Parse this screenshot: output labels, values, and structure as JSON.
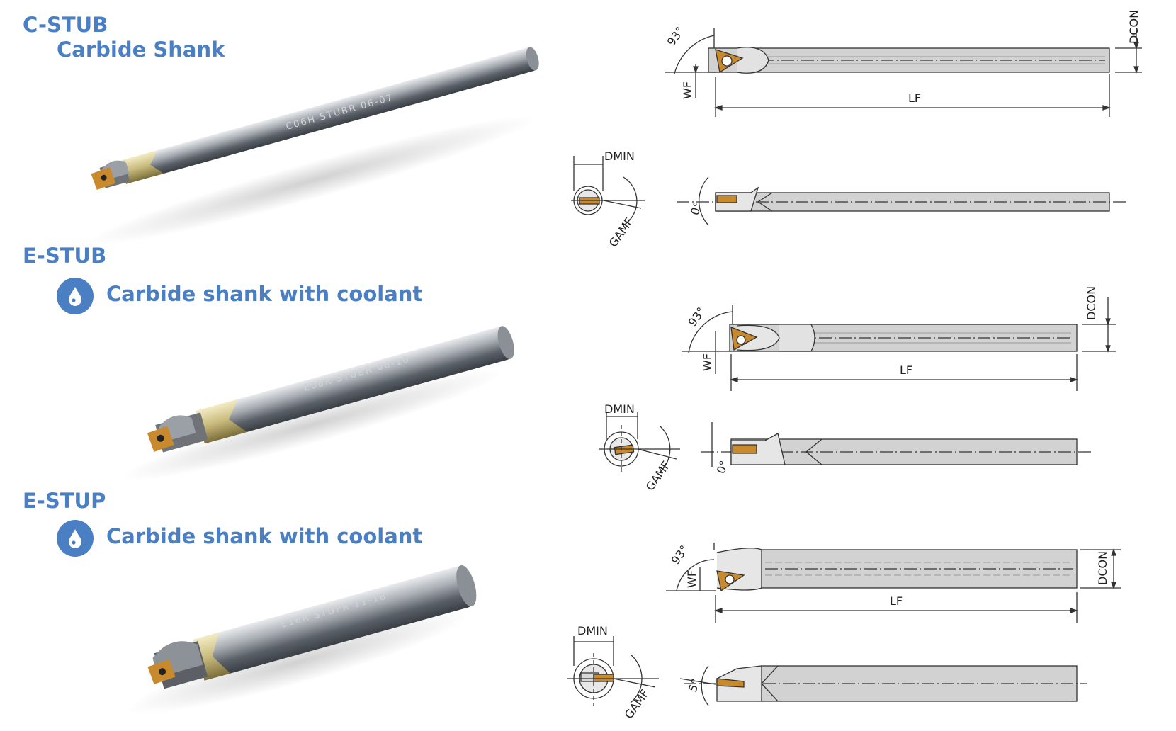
{
  "sections": [
    {
      "code": "C-STUB",
      "subtitle": "Carbide Shank",
      "coolant": false,
      "engraving": "C06H  STUBR  06-07",
      "angle_top": "93°",
      "angle_side": "0°"
    },
    {
      "code": "E-STUB",
      "subtitle": "Carbide shank with coolant",
      "coolant": true,
      "engraving": "E08K  STUBR  06-10",
      "angle_top": "93°",
      "angle_side": "0°"
    },
    {
      "code": "E-STUP",
      "subtitle": "Carbide shank with coolant",
      "coolant": true,
      "engraving": "E16R  STUPR  11-18",
      "angle_top": "93°",
      "angle_side": "5°"
    }
  ],
  "dims": {
    "dcon": "DCON",
    "wf": "WF",
    "lf": "LF",
    "dmin": "DMIN",
    "gamf": "GAMF"
  },
  "colors": {
    "title": "#4a7fc4",
    "insert": "#c98a2e",
    "shank": "#d2d2d2",
    "outline": "#333333"
  },
  "icons": {
    "coolant": "water-drop-icon"
  }
}
